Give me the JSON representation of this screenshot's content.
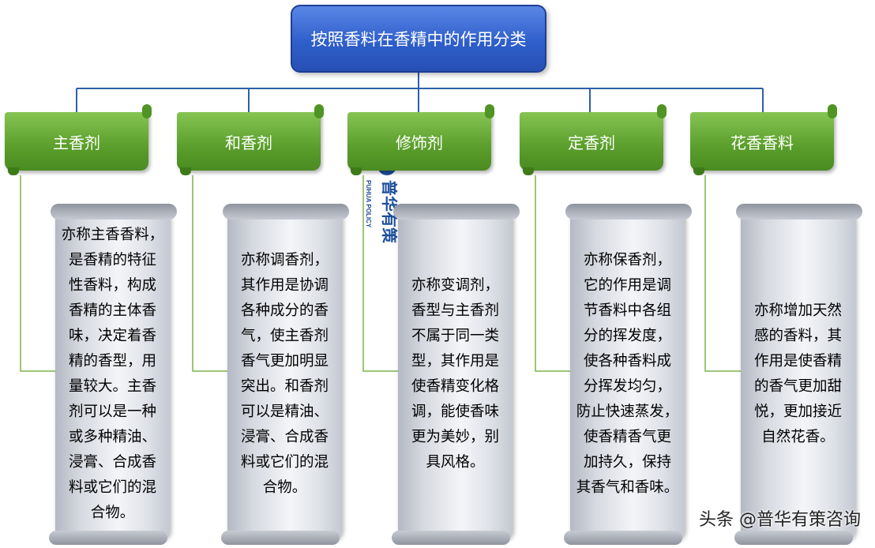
{
  "title": "按照香料在香精中的作用分类",
  "colors": {
    "root_fill": "#2f5fcb",
    "category_fill": "#5a9e2b",
    "connector": "#2e5fa8",
    "leader": "#7fb24a",
    "scroll_fill": "#dfe2e8"
  },
  "categories": [
    {
      "label": "主香剂",
      "text": "亦称主香香料，\n是香精的特征\n性香料，构成\n香精的主体香\n味，决定着香\n精的香型，用\n量较大。主香\n剂可以是一种\n或多种精油、\n浸膏、合成香\n料或它们的混\n合物。"
    },
    {
      "label": "和香剂",
      "text": "亦称调香剂，\n其作用是协调\n各种成分的香\n气，使主香剂\n香气更加明显\n突出。和香剂\n可以是精油、\n浸膏、合成香\n料或它们的混\n合物。"
    },
    {
      "label": "修饰剂",
      "text": "亦称变调剂，\n香型与主香剂\n不属于同一类\n型，其作用是\n使香精变化格\n调，能使香味\n更为美妙，别\n具风格。"
    },
    {
      "label": "定香剂",
      "text": "亦称保香剂，\n它的作用是调\n节香料中各组\n分的挥发度，\n使各种香料成\n分挥发均匀，\n防止快速蒸发，\n使香精香气更\n加持久，保持\n其香气和香味。"
    },
    {
      "label": "花香香料",
      "text": "亦称增加天然\n感的香料，其\n作用是使香精\n的香气更加甜\n悦，更加接近\n自然花香。"
    }
  ],
  "watermark": {
    "cn": "普华有策",
    "en": "PUHUA POLICY"
  },
  "footer": "头条 @普华有策咨询"
}
